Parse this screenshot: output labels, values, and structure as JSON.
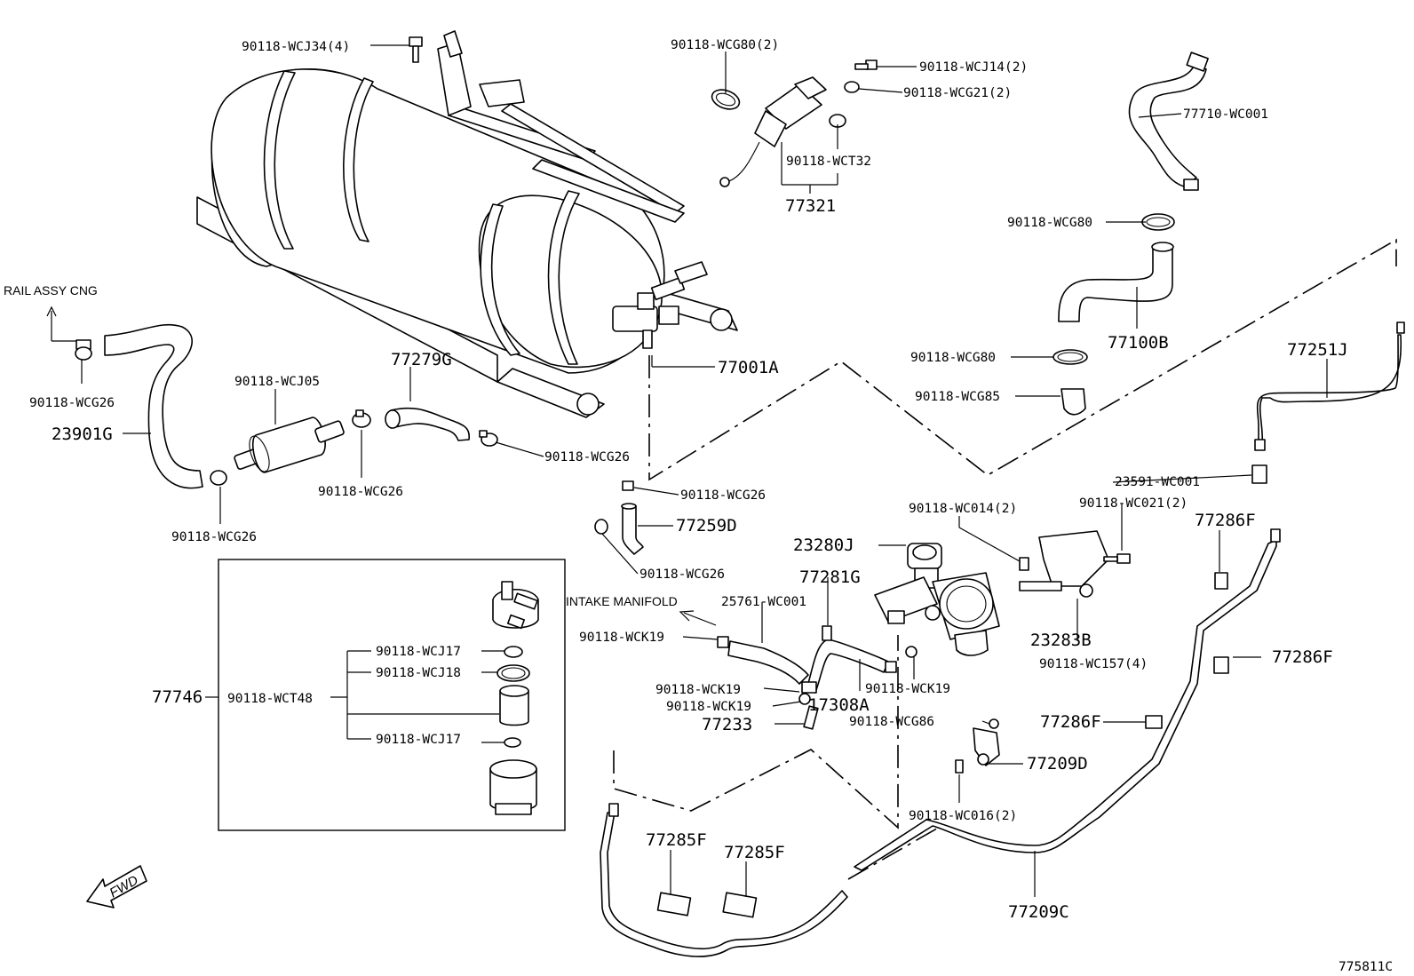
{
  "annotations": {
    "rail": "RAIL ASSY CNG",
    "intake": "INTAKE MANIFOLD",
    "fwd": "FWD",
    "drawing_id": "775811C"
  },
  "labels": {
    "wcj34": "90118-WCJ34(4)",
    "wcg80_2": "90118-WCG80(2)",
    "wcj14": "90118-WCJ14(2)",
    "wcg21": "90118-WCG21(2)",
    "wct32": "90118-WCT32",
    "p77321": "77321",
    "p77710": "77710-WC001",
    "wcg80_a": "90118-WCG80",
    "p77100b": "77100B",
    "wcg80_b": "90118-WCG80",
    "wcg85": "90118-WCG85",
    "p77251j": "77251J",
    "p77001a": "77001A",
    "p77279g": "77279G",
    "wcj05": "90118-WCJ05",
    "wcg26_rail": "90118-WCG26",
    "p23901g": "23901G",
    "wcg26_mid": "90118-WCG26",
    "wcg26_low": "90118-WCG26",
    "wcg26_right": "90118-WCG26",
    "wcg26_b": "90118-WCG26",
    "p77259d": "77259D",
    "wcg26_c": "90118-WCG26",
    "p23591": "23591-WC001",
    "wc021": "90118-WC021(2)",
    "wc014": "90118-WC014(2)",
    "p23280j": "23280J",
    "p77281g": "77281G",
    "p25761": "25761-WC001",
    "p77286f_a": "77286F",
    "p23283b": "23283B",
    "wck19_a": "90118-WCK19",
    "wc157": "90118-WC157(4)",
    "p77286f_b": "77286F",
    "p77746": "77746",
    "wct48": "90118-WCT48",
    "wcj17_a": "90118-WCJ17",
    "wcj18": "90118-WCJ18",
    "wcj17_b": "90118-WCJ17",
    "wck19_b": "90118-WCK19",
    "wck19_c": "90118-WCK19",
    "wck19_d": "90118-WCK19",
    "p17308a": "17308A",
    "p77233": "77233",
    "wcg86": "90118-WCG86",
    "p77286f_c": "77286F",
    "p77209d": "77209D",
    "wc016": "90118-WC016(2)",
    "p77285f_a": "77285F",
    "p77285f_b": "77285F",
    "p77209c": "77209C"
  }
}
